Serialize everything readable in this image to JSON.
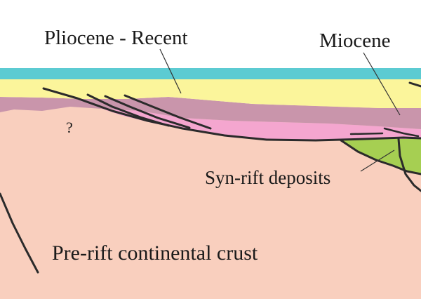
{
  "labels": {
    "pliocene_recent": "Pliocene - Recent",
    "miocene": "Miocene",
    "syn_rift": "Syn-rift deposits",
    "pre_rift": "Pre-rift continental crust",
    "uncertain": "?"
  },
  "colors": {
    "water": "#5ccbd2",
    "pliocene_recent": "#fbf59b",
    "miocene_upper": "#c995ab",
    "miocene_lower": "#f4a6cf",
    "syn_rift": "#a6cf52",
    "crust": "#f9cfbe",
    "fault_line": "#2b2b2b",
    "leader_line": "#333333"
  }
}
